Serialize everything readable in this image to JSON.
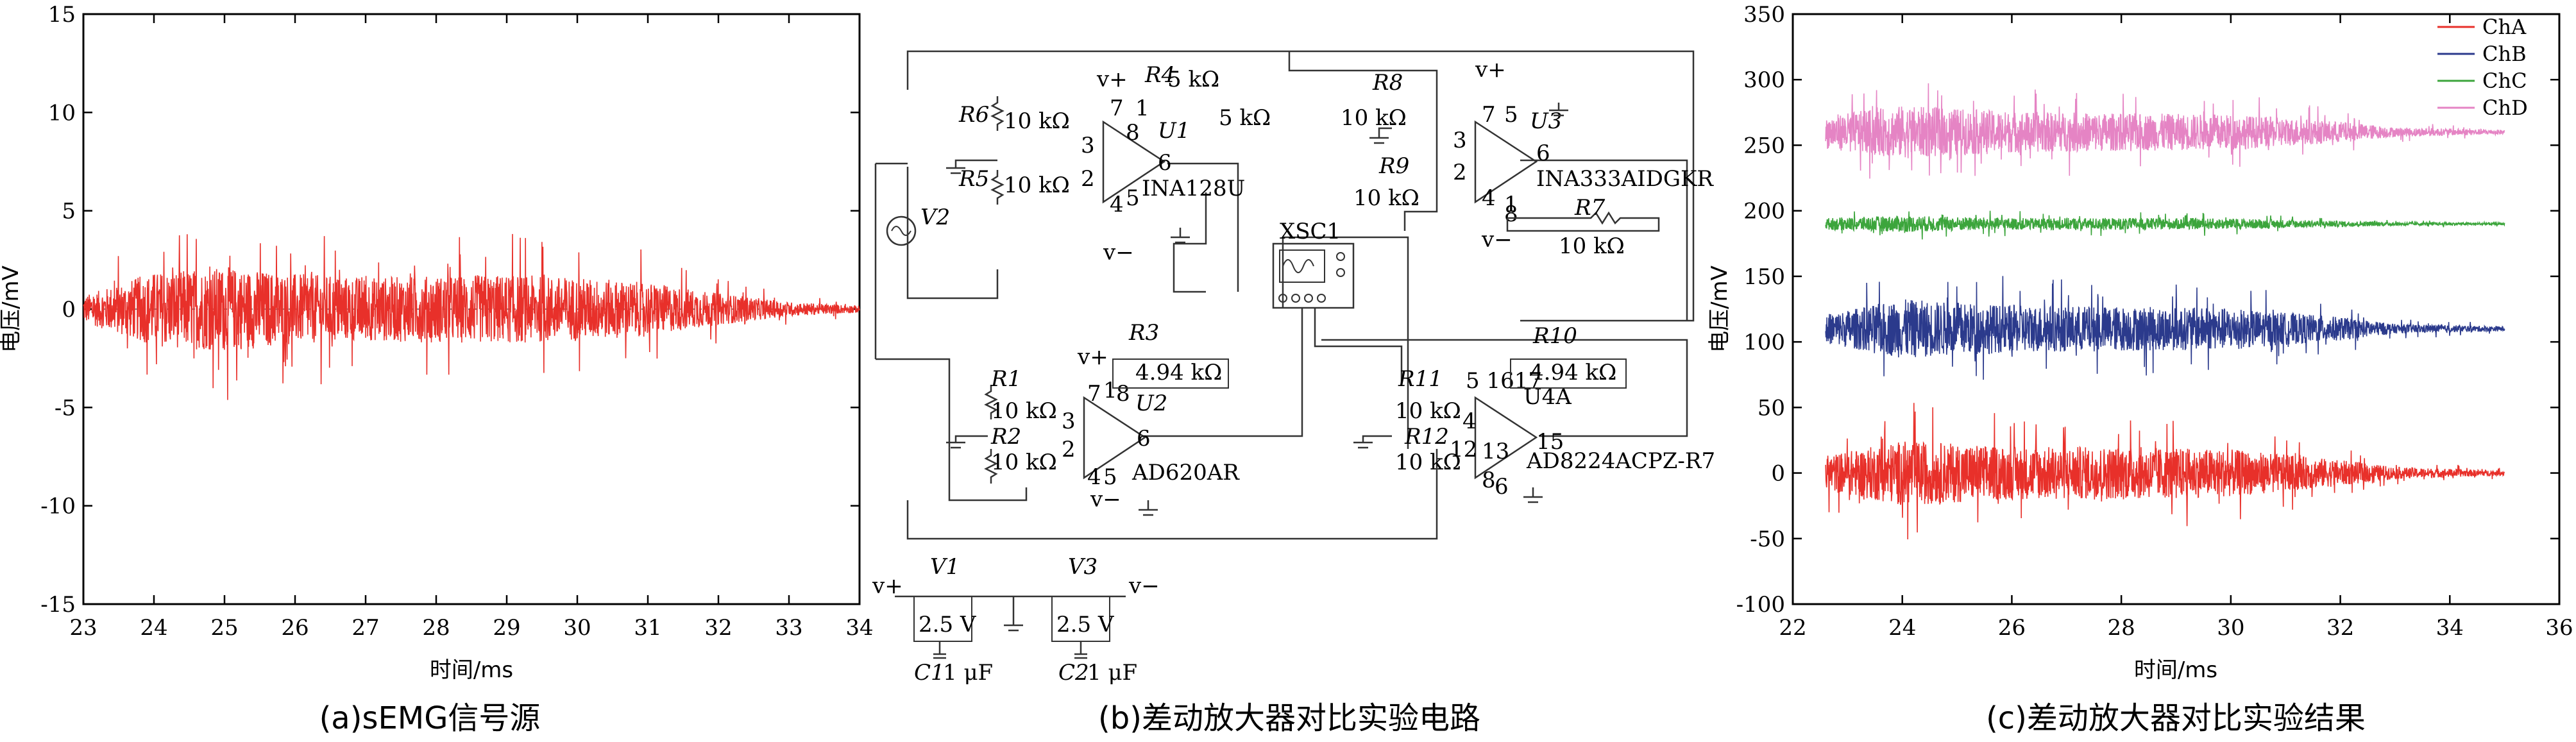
{
  "captions": {
    "a": "(a)sEMG信号源",
    "b": "(b)差动放大器对比实验电路",
    "c": "(c)差动放大器对比实验结果"
  },
  "chart_data": [
    {
      "type": "line",
      "xlabel": "时间/ms",
      "ylabel": "电压/mV",
      "xlim": [
        23,
        34
      ],
      "ylim": [
        -15,
        15
      ],
      "xticks": [
        "23",
        "24",
        "25",
        "26",
        "27",
        "28",
        "29",
        "30",
        "31",
        "32",
        "33",
        "34"
      ],
      "yticks": [
        "15",
        "10",
        "5",
        "0",
        "-5",
        "-10",
        "-15"
      ],
      "series": [
        {
          "color": "#e8302a",
          "x_start": 23.0,
          "x_end": 34.0,
          "baseline": 0,
          "envelope_ms": [
            23.0,
            24.0,
            25.0,
            26.0,
            27.0,
            28.0,
            29.0,
            30.0,
            31.0,
            32.0,
            33.0,
            34.0
          ],
          "envelope_mV": [
            1.5,
            4.2,
            4.8,
            4.0,
            3.6,
            3.8,
            3.9,
            3.6,
            3.0,
            1.8,
            0.8,
            0.4
          ]
        }
      ]
    },
    {
      "type": "line",
      "xlabel": "时间/ms",
      "ylabel": "电压/mV",
      "xlim": [
        22,
        36
      ],
      "ylim": [
        -100,
        350
      ],
      "xticks": [
        "22",
        "24",
        "26",
        "28",
        "30",
        "32",
        "34",
        "36"
      ],
      "yticks": [
        "350",
        "300",
        "250",
        "200",
        "150",
        "100",
        "50",
        "0",
        "-50",
        "-100"
      ],
      "legend": "top-right",
      "series": [
        {
          "name": "ChA",
          "color": "#e8302a",
          "baseline": 0,
          "x_start": 22.6,
          "x_end": 35.0,
          "envelope_ms": [
            22.6,
            24.0,
            26.0,
            28.0,
            30.0,
            32.0,
            33.0,
            35.0
          ],
          "envelope_mV": [
            30,
            55,
            45,
            45,
            40,
            22,
            10,
            4
          ]
        },
        {
          "name": "ChB",
          "color": "#2b3a8c",
          "baseline": 110,
          "x_start": 22.6,
          "x_end": 35.0,
          "envelope_ms": [
            22.6,
            24.0,
            26.0,
            28.0,
            30.0,
            32.0,
            33.0,
            35.0
          ],
          "envelope_mV": [
            25,
            50,
            40,
            38,
            35,
            20,
            8,
            4
          ]
        },
        {
          "name": "ChC",
          "color": "#3ca53c",
          "baseline": 190,
          "x_start": 22.6,
          "x_end": 35.0,
          "envelope_ms": [
            22.6,
            24.0,
            26.0,
            28.0,
            30.0,
            32.0,
            33.0,
            35.0
          ],
          "envelope_mV": [
            10,
            14,
            10,
            10,
            9,
            5,
            3,
            2
          ]
        },
        {
          "name": "ChD",
          "color": "#e584c4",
          "baseline": 260,
          "x_start": 22.6,
          "x_end": 35.0,
          "envelope_ms": [
            22.6,
            24.0,
            26.0,
            28.0,
            30.0,
            32.0,
            33.0,
            35.0
          ],
          "envelope_mV": [
            28,
            45,
            35,
            32,
            30,
            18,
            8,
            4
          ]
        }
      ]
    }
  ],
  "circuit": {
    "labels": {
      "r1": "R1",
      "r2": "R2",
      "r3": "R3",
      "r5": "R5",
      "r6": "R6",
      "r7": "R7",
      "r8": "R8",
      "r9": "R9",
      "r10": "R10",
      "r11": "R11",
      "r12": "R12",
      "r4": "R4",
      "u1": "U1",
      "u2": "U2",
      "u3": "U3",
      "u4": "U4A",
      "ina128": "INA128U",
      "ina333": "INA333AIDGKR",
      "ad620": "AD620AR",
      "ad8224": "AD8224ACPZ-R7",
      "xsc": "XSC1",
      "v2": "V2",
      "v1": "V1",
      "v3": "V3",
      "c1": "C1",
      "c2": "C2"
    },
    "values": {
      "r6": "10 kΩ",
      "r5": "10 kΩ",
      "r4": "5 kΩ",
      "r4b": "5 kΩ",
      "r8": "10 kΩ",
      "r9": "10 kΩ",
      "r7": "10 kΩ",
      "r1": "10 kΩ",
      "r2": "10 kΩ",
      "r3": "4.94 kΩ",
      "r11": "10 kΩ",
      "r12": "10 kΩ",
      "r10": "4.94 kΩ",
      "v1": "2.5 V",
      "v3": "2.5 V",
      "c1": "1 μF",
      "c2": "1 μF"
    },
    "supply": {
      "vplus": "v+",
      "vminus": "v−"
    },
    "pins": {
      "u1": [
        "3",
        "2",
        "6",
        "8",
        "1",
        "7",
        "4",
        "5"
      ],
      "u2": [
        "3",
        "2",
        "6",
        "1",
        "8",
        "7",
        "4",
        "5"
      ],
      "u3": [
        "3",
        "2",
        "6",
        "7",
        "5",
        "4",
        "1",
        "8"
      ],
      "u4": [
        "4",
        "12",
        "15",
        "5",
        "16",
        "17",
        "13",
        "8",
        "6"
      ],
      "u4_topline": "5 1617"
    }
  }
}
